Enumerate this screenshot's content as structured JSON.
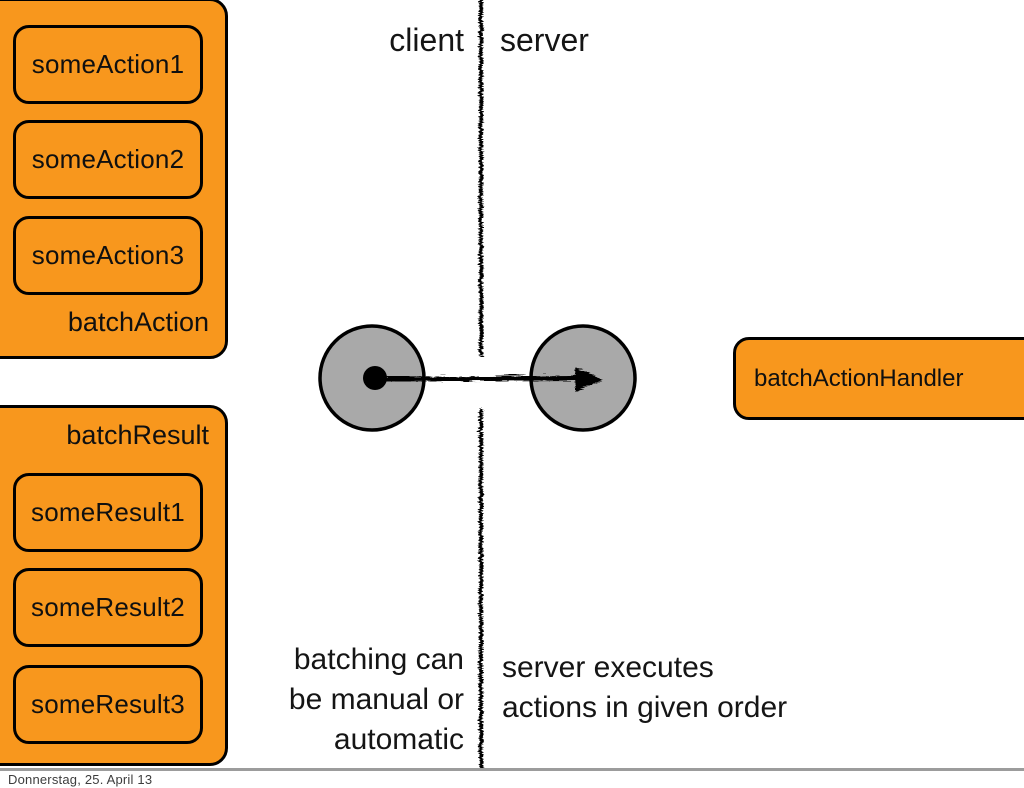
{
  "slide": {
    "client_label": "client",
    "server_label": "server"
  },
  "panels": {
    "batch_action": {
      "label": "batchAction",
      "items": [
        "someAction1",
        "someAction2",
        "someAction3"
      ]
    },
    "batch_result": {
      "label": "batchResult",
      "items": [
        "someResult1",
        "someResult2",
        "someResult3"
      ]
    }
  },
  "handler": {
    "label": "batchActionHandler"
  },
  "diagram": {
    "divider": "client-server-boundary-line",
    "arrow": "batch-message-arrow",
    "endpoints": [
      "client-endpoint-circle",
      "server-endpoint-circle"
    ]
  },
  "notes": {
    "left": [
      "batching can",
      "be manual or",
      "automatic"
    ],
    "right": [
      "server executes",
      "actions in given order"
    ]
  },
  "footer": {
    "date": "Donnerstag, 25. April 13"
  },
  "colors": {
    "orange": "#F8971D",
    "circle_gray": "#A9A9A9",
    "ink": "#000000",
    "footer_rule": "#9C9C9C"
  }
}
